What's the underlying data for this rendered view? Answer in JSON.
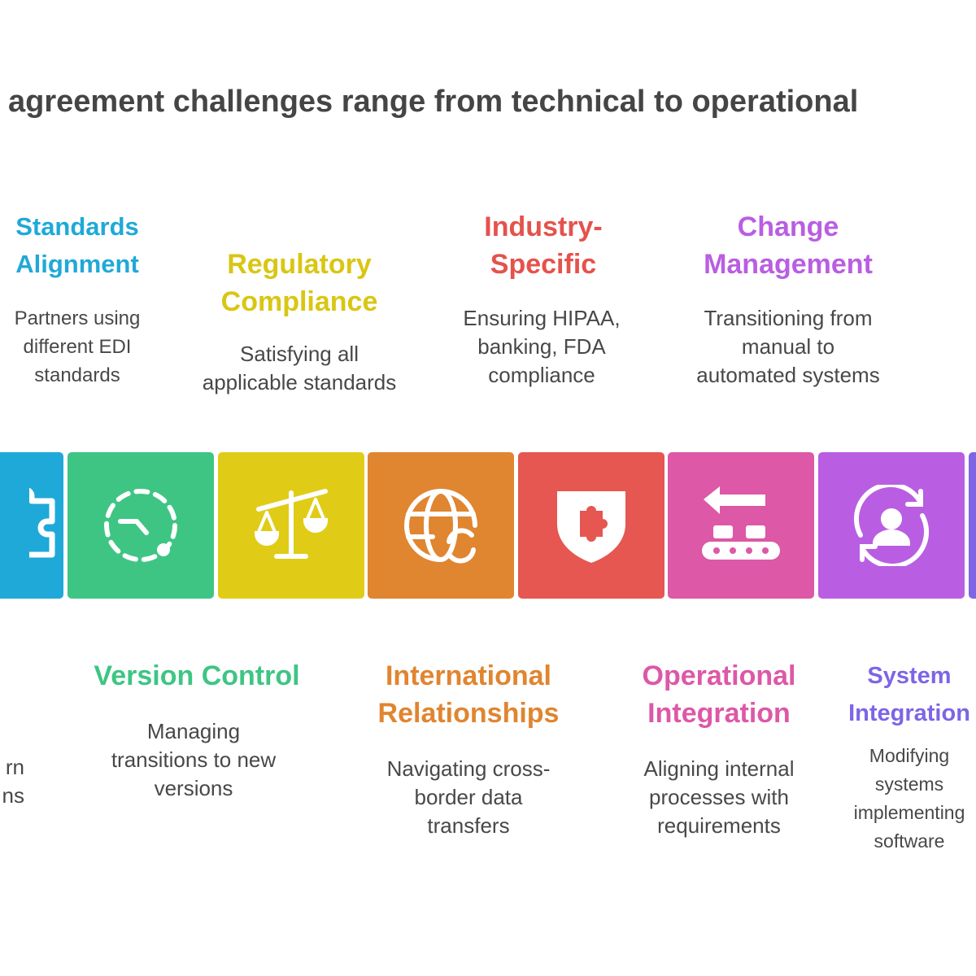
{
  "title": "agreement challenges range from technical to operational",
  "top": [
    {
      "head1": "Standards",
      "head2": "Alignment",
      "desc": [
        "Partners using",
        "different EDI",
        "standards"
      ],
      "color": "#1fa9d8"
    },
    {
      "head1": "Regulatory",
      "head2": "Compliance",
      "desc": [
        "Satisfying all",
        "applicable standards"
      ],
      "color": "#d9c613"
    },
    {
      "head1": "Industry-",
      "head2": "Specific",
      "desc": [
        "Ensuring HIPAA,",
        "banking, FDA",
        "compliance"
      ],
      "color": "#e5524c"
    },
    {
      "head1": "Change",
      "head2": "Management",
      "desc": [
        "Transitioning from",
        "manual to",
        "automated systems"
      ],
      "color": "#b95ee2"
    }
  ],
  "bottom": [
    {
      "desc": [
        "rn",
        "ns"
      ]
    },
    {
      "head1": "Version Control",
      "desc": [
        "Managing",
        "transitions to new",
        "versions"
      ],
      "color": "#3ec584"
    },
    {
      "head1": "International",
      "head2": "Relationships",
      "desc": [
        "Navigating cross-",
        "border data",
        "transfers"
      ],
      "color": "#e08530"
    },
    {
      "head1": "Operational",
      "head2": "Integration",
      "desc": [
        "Aligning internal",
        "processes with",
        "requirements"
      ],
      "color": "#dd58a6"
    },
    {
      "head1": "System",
      "head2": "Integration",
      "desc": [
        "Modifying",
        "systems",
        "implementing",
        "software"
      ],
      "color": "#7d65e6"
    }
  ],
  "tiles": [
    {
      "icon": "puzzle-icon",
      "color": "#1fa9d8"
    },
    {
      "icon": "dashed-clock-icon",
      "color": "#3ec584"
    },
    {
      "icon": "scale-icon",
      "color": "#e0cc16"
    },
    {
      "icon": "globe-sync-icon",
      "color": "#e08530"
    },
    {
      "icon": "shield-puzzle-icon",
      "color": "#e55750"
    },
    {
      "icon": "conveyor-icon",
      "color": "#dd58a6"
    },
    {
      "icon": "user-sync-icon",
      "color": "#b95ee2"
    },
    {
      "icon": "tile-icon",
      "color": "#7d65e6"
    }
  ]
}
